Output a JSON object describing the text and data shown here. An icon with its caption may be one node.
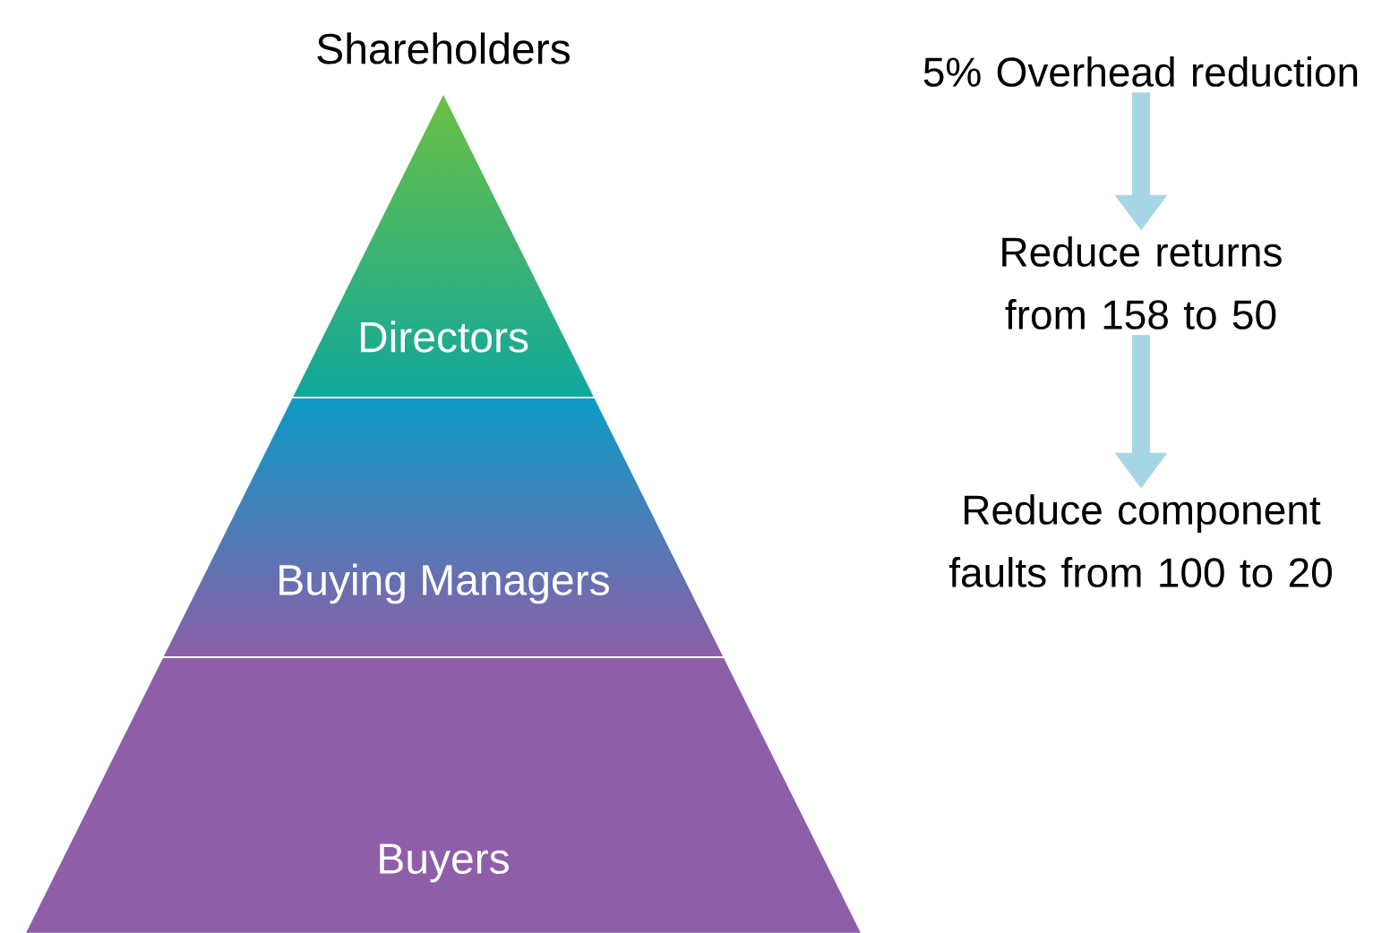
{
  "diagram": {
    "nodes": [
      {
        "text": [
          "Directors"
        ]
      },
      {
        "text": [
          "Buying Managers"
        ]
      },
      {
        "text": [
          "Buyers"
        ]
      },
      {
        "text": [
          "5% Overhead reduction"
        ]
      },
      {
        "text": [
          "Reduce returns from 158 to 50"
        ]
      },
      {
        "text": [
          "Reduce component faults from 100 to 20"
        ]
      }
    ],
    "edges": [
      {
        "from": 3,
        "to": 4,
        "arrow": "to"
      },
      {
        "from": 4,
        "to": 5,
        "arrow": "to"
      }
    ],
    "labels": [
      "Shareholders"
    ]
  }
}
